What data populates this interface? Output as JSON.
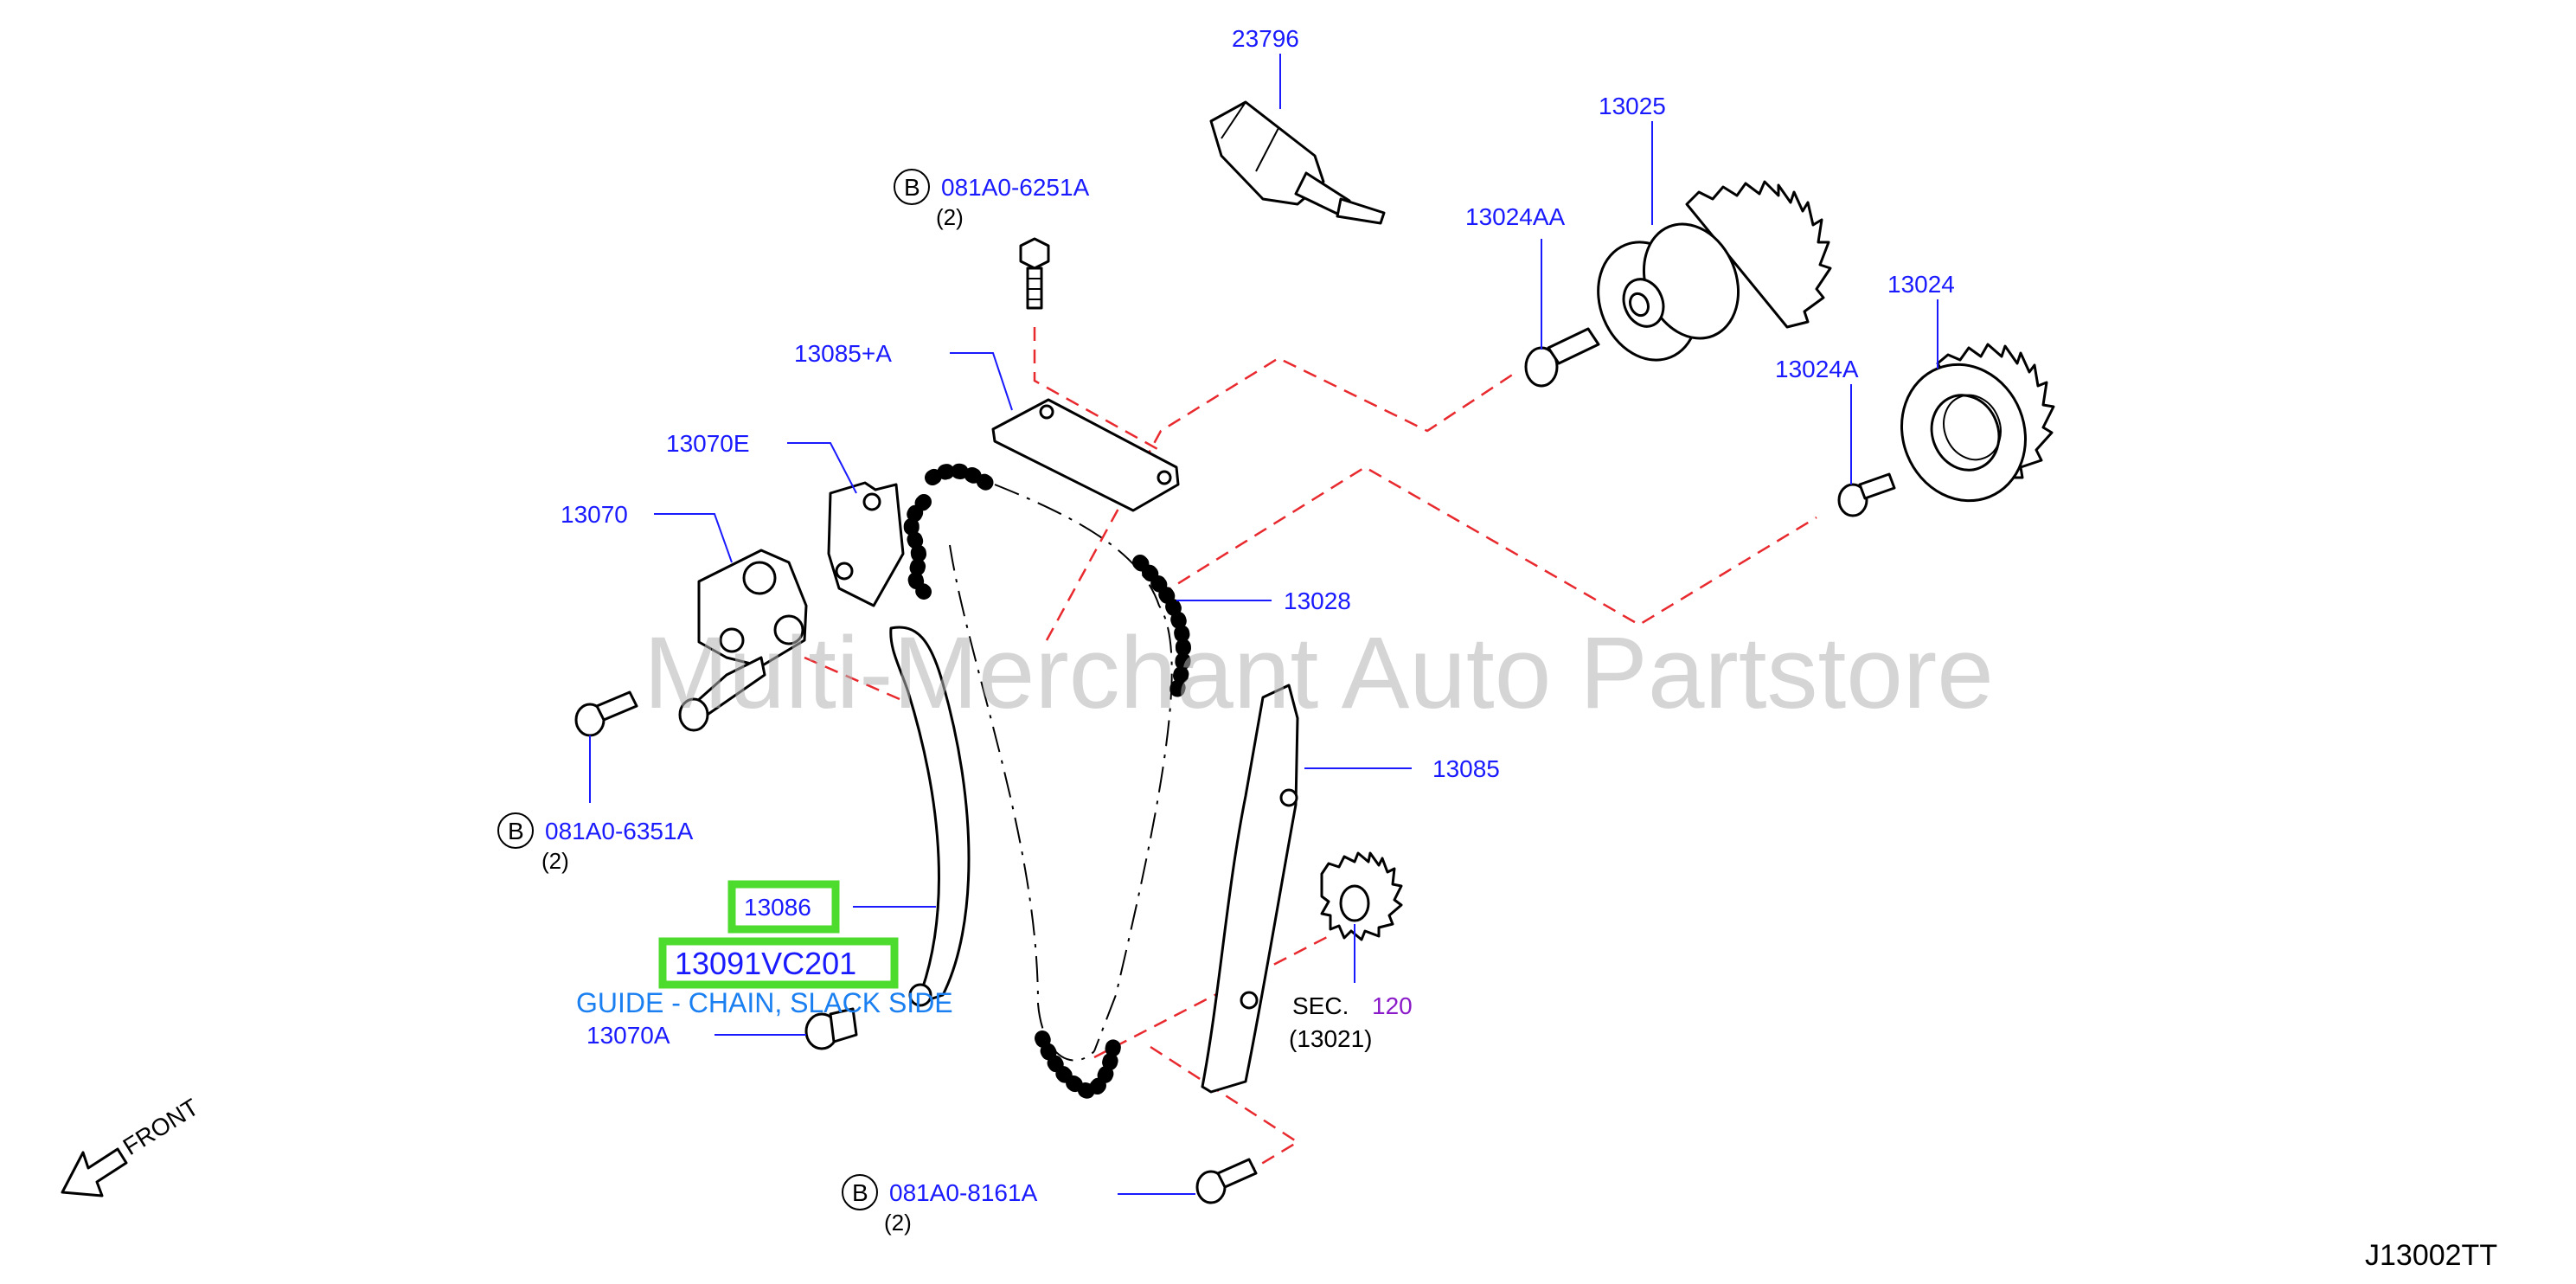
{
  "diagram": {
    "watermark": "Multi-Merchant Auto Partstore",
    "diagram_code": "J13002TT",
    "front_label": "FRONT",
    "bolt_circle_letter": "B",
    "colors": {
      "part_number": "#1a1aff",
      "center_lines": "#e8292e",
      "highlight": "#4ddb2e",
      "description": "#1a7ff0",
      "section_ref": "#8b1ac9",
      "watermark": "#b4b4b4"
    },
    "parts": {
      "p23796": "23796",
      "p081A0_6251A": "081A0-6251A",
      "p081A0_6251A_qty": "(2)",
      "p13025": "13025",
      "p13024AA": "13024AA",
      "p13024": "13024",
      "p13024A": "13024A",
      "p13085A": "13085+A",
      "p13070E": "13070E",
      "p13070": "13070",
      "p13028": "13028",
      "p13085": "13085",
      "p081A0_6351A": "081A0-6351A",
      "p081A0_6351A_qty": "(2)",
      "p13086": "13086",
      "p13070A": "13070A",
      "p081A0_8161A": "081A0-8161A",
      "p081A0_8161A_qty": "(2)"
    },
    "section_ref": {
      "label": "SEC.",
      "number": "120",
      "sub": "(13021)"
    },
    "selected_part": {
      "part_number": "13091VC201",
      "description": "GUIDE - CHAIN, SLACK SIDE"
    }
  }
}
